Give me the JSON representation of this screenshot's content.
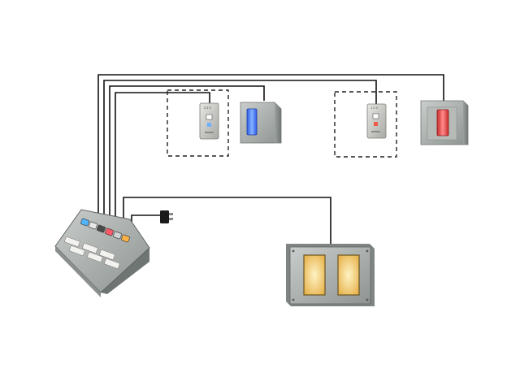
{
  "colors": {
    "background": "#ffffff",
    "wire": "#111111",
    "panel": "#a9aeab",
    "panel_dark": "#7f8582",
    "indicator_blue": "#3f7cff",
    "indicator_red": "#f04a4a",
    "indicator_amber": "#f4cf7a",
    "dashed_box": "#222222"
  },
  "console": {
    "buttons": [
      {
        "color": "#4fb6ff",
        "icon": "button-blue"
      },
      {
        "color": "#e8e8e8",
        "icon": "button-white"
      },
      {
        "color": "#4a4a4a",
        "icon": "button-black"
      },
      {
        "color": "#ff5a6a",
        "icon": "button-red"
      },
      {
        "color": "#cfd3d2",
        "icon": "button-grey"
      },
      {
        "color": "#ffb347",
        "icon": "button-orange"
      }
    ]
  },
  "devices": [
    {
      "name": "door-call-station-1",
      "indicator": "blue",
      "role": "call station"
    },
    {
      "name": "indicator-light-blue",
      "indicator": "blue",
      "role": "indicator"
    },
    {
      "name": "door-call-station-2",
      "indicator": "red",
      "role": "call station"
    },
    {
      "name": "indicator-light-red",
      "indicator": "red",
      "role": "indicator"
    },
    {
      "name": "dual-indicator-panel",
      "indicator": "amber",
      "role": "indicator"
    },
    {
      "name": "power-adapter",
      "indicator": "none",
      "role": "power"
    }
  ]
}
